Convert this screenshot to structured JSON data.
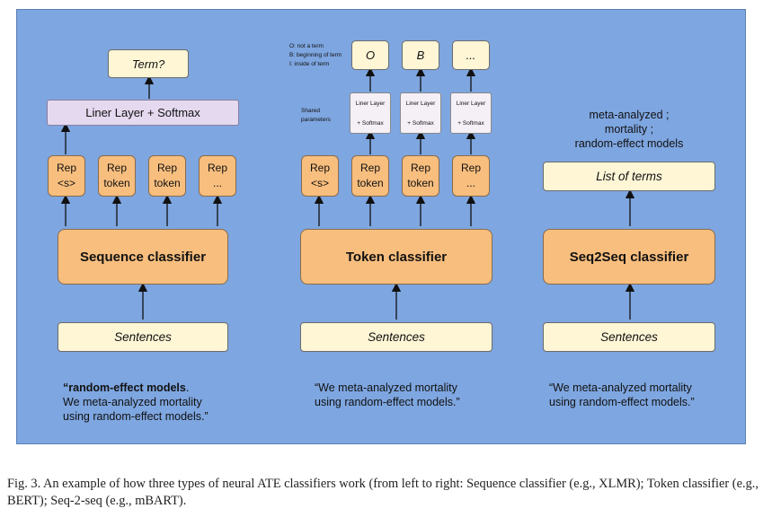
{
  "col1": {
    "term_label": "Term?",
    "linear_label": "Liner Layer + Softmax",
    "reps": [
      [
        "Rep",
        "<s>"
      ],
      [
        "Rep",
        "token"
      ],
      [
        "Rep",
        "token"
      ],
      [
        "Rep",
        "..."
      ]
    ],
    "classifier": "Sequence classifier",
    "input": "Sentences",
    "quote_bold": "“random-effect models",
    "quote_rest_first": ".",
    "quote_line2": "We meta-analyzed mortality",
    "quote_line3": "using random-effect models.”"
  },
  "col2": {
    "legend": [
      "O: not a term",
      "B: beginning of term",
      "I: inside of term"
    ],
    "outputs": [
      "O",
      "B",
      "..."
    ],
    "shared_label_1": "Shared",
    "shared_label_2": "parameters",
    "heads": [
      [
        "Liner Layer",
        "+ Softmax"
      ],
      [
        "Liner Layer",
        "+ Softmax"
      ],
      [
        "Liner Layer",
        "+ Softmax"
      ]
    ],
    "reps": [
      [
        "Rep",
        "<s>"
      ],
      [
        "Rep",
        "token"
      ],
      [
        "Rep",
        "token"
      ],
      [
        "Rep",
        "..."
      ]
    ],
    "classifier": "Token classifier",
    "input": "Sentences",
    "quote_line1": "“We meta-analyzed mortality",
    "quote_line2": "using random-effect models.”"
  },
  "col3": {
    "output_lines": [
      "meta-analyzed ;",
      "mortality ;",
      "random-effect models"
    ],
    "list_label": "List of terms",
    "classifier": "Seq2Seq classifier",
    "input": "Sentences",
    "quote_line1": "“We meta-analyzed mortality",
    "quote_line2": "using random-effect models.”"
  },
  "caption": "Fig. 3.  An example of how three types of neural ATE classifiers work (from left to right: Sequence classifier (e.g., XLMR); Token classifier (e.g., BERT); Seq-2-seq (e.g., mBART)."
}
